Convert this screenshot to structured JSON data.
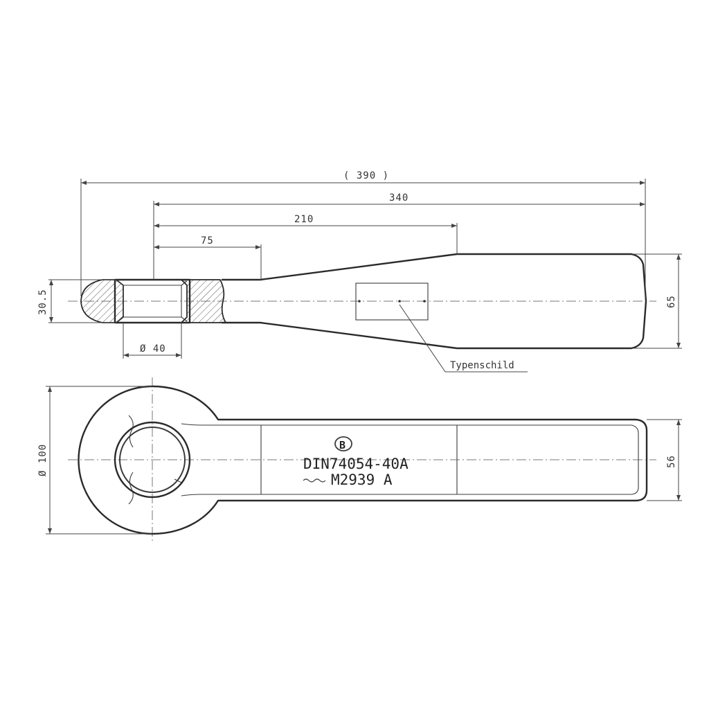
{
  "dimensions": {
    "overall_length": "( 390 )",
    "length_340": "340",
    "length_210": "210",
    "length_75": "75",
    "diameter_30_5": "30.5",
    "bore_diameter": "Ø 40",
    "width_65": "65",
    "eye_diameter": "Ø 100",
    "width_56": "56"
  },
  "labels": {
    "type_plate": "Typenschild"
  },
  "engraving": {
    "logo_letter": "B",
    "standard": "DIN74054-40A",
    "marking": "M2939 A"
  },
  "colors": {
    "line": "#2a2a2a",
    "background": "#ffffff"
  }
}
